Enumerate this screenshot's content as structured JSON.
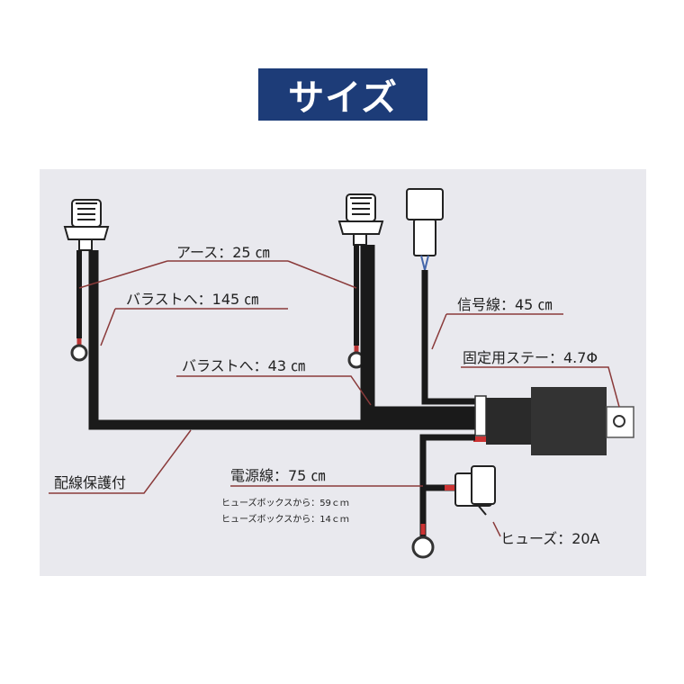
{
  "title": "サイズ",
  "labels": {
    "earth": "アース：25 ㎝",
    "ballast_145": "バラストへ：145 ㎝",
    "ballast_43": "バラストへ：43 ㎝",
    "signal": "信号線：45 ㎝",
    "stay": "固定用ステー：4.7Φ",
    "harness": "配線保護付",
    "power": "電源線：75 ㎝",
    "fuse_box_59": "ヒューズボックスから：59ｃｍ",
    "fuse_box_14": "ヒューズボックスから：14ｃｍ",
    "fuse": "ヒューズ：20A"
  },
  "colors": {
    "title_bg": "#1d3c78",
    "diagram_bg": "#e9e9ee",
    "leader_line": "#8a3a3a",
    "wire": "#1a1a1a"
  }
}
